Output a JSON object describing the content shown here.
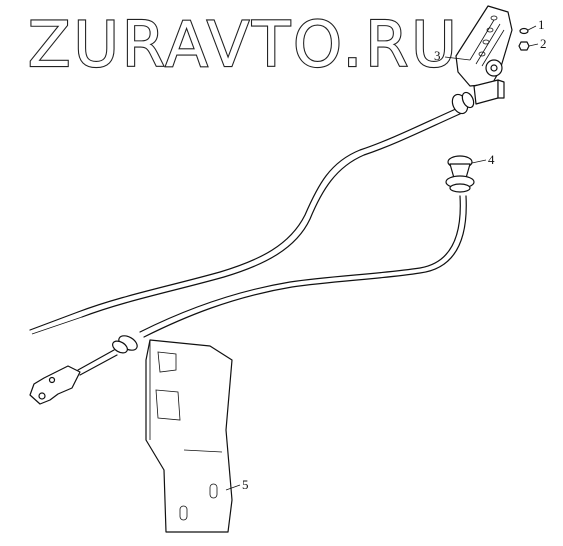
{
  "watermark": {
    "text": "ZURAVTO.RU"
  },
  "callouts": [
    {
      "id": "1",
      "label": "1"
    },
    {
      "id": "2",
      "label": "2"
    },
    {
      "id": "3",
      "label": "3"
    },
    {
      "id": "4",
      "label": "4"
    },
    {
      "id": "5",
      "label": "5"
    }
  ],
  "parts": [
    {
      "label": "1",
      "icon": "washer-icon"
    },
    {
      "label": "2",
      "icon": "nut-icon"
    },
    {
      "label": "3",
      "icon": "pedal-icon"
    },
    {
      "label": "4",
      "icon": "pull-knob-icon"
    },
    {
      "label": "5",
      "icon": "mounting-bracket-icon"
    }
  ]
}
